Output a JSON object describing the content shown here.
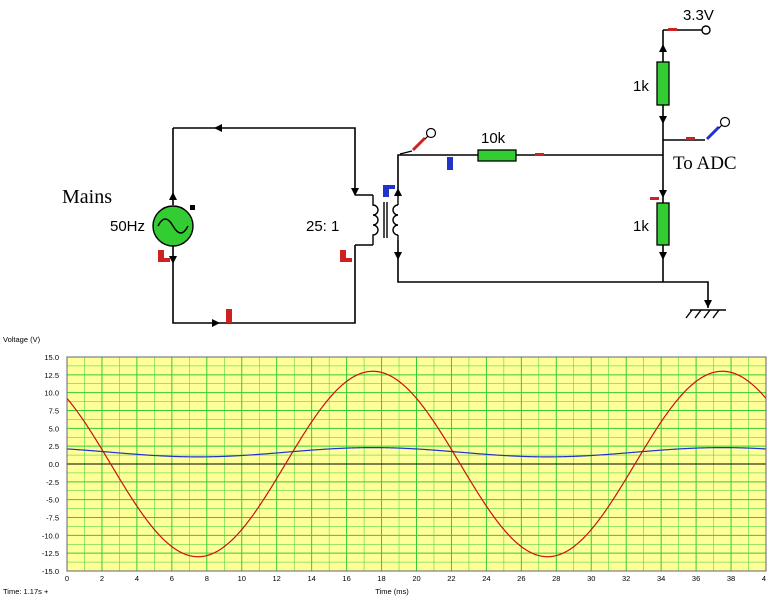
{
  "schematic": {
    "source_label": "Mains",
    "source_freq": "50Hz",
    "transformer_ratio": "25: 1",
    "series_resistor": "10k",
    "supply_label": "3.3V",
    "top_resistor": "1k",
    "bottom_resistor": "1k",
    "adc_label": "To ADC",
    "colors": {
      "wire": "#000000",
      "resistor": "#33cc33",
      "source": "#33cc33",
      "probe_red": "#cc2222",
      "probe_blue": "#2233cc"
    }
  },
  "scope": {
    "ylabel": "Voltage (V)",
    "xlabel": "Time (ms)",
    "time_readout": "Time:  1.17s +",
    "colors": {
      "plot_bg": "#ffff99",
      "grid": "#33cc33",
      "red_trace": "#cc1111",
      "blue_trace": "#2233cc"
    }
  },
  "chart_data": {
    "type": "line",
    "title": "",
    "xlabel": "Time (ms)",
    "ylabel": "Voltage (V)",
    "xlim": [
      0,
      40
    ],
    "ylim": [
      -15,
      15
    ],
    "grid": true,
    "x_ticks": [
      "0",
      "2",
      "4",
      "6",
      "8",
      "10",
      "12",
      "14",
      "16",
      "18",
      "20",
      "22",
      "24",
      "26",
      "28",
      "30",
      "32",
      "34",
      "36",
      "38",
      "4"
    ],
    "y_ticks": [
      "15.0",
      "12.5",
      "10.0",
      "7.5",
      "5.0",
      "2.5",
      "0.0",
      "-2.5",
      "-5.0",
      "-7.5",
      "-10.0",
      "-12.5",
      "-15.0"
    ],
    "series": [
      {
        "color": "#cc1111",
        "amplitude": 13.0,
        "offset": 0.0,
        "period_ms": 20.0,
        "peak_at_ms": 17.5
      },
      {
        "color": "#2233cc",
        "amplitude": 0.65,
        "offset": 1.65,
        "period_ms": 20.0,
        "peak_at_ms": 17.5
      }
    ]
  }
}
